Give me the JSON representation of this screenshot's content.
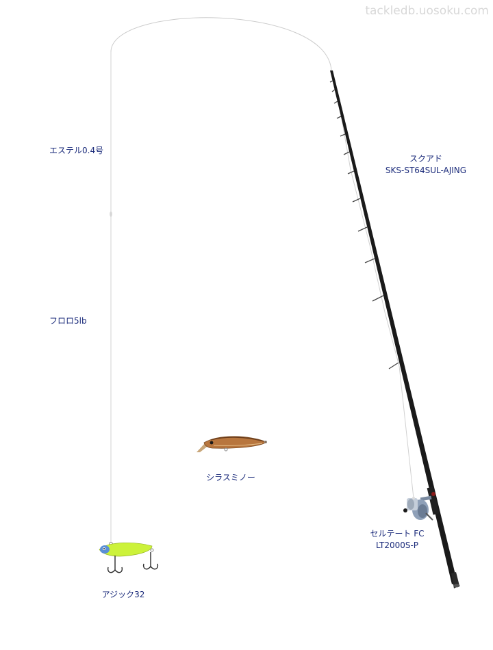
{
  "watermark": "tackledb.uosoku.com",
  "labels": {
    "main_line": "エステル0.4号",
    "leader": "フロロ5lb",
    "rod": {
      "maker": "スクアド",
      "model": "SKS-ST64SUL-AJING"
    },
    "lure_minnow": "シラスミノー",
    "reel": {
      "name": "セルテート FC",
      "model": "LT2000S-P"
    },
    "lure_vib": "アジック32"
  },
  "colors": {
    "label_text": "#1a2a7a",
    "line": "#cccccc",
    "rod_blank": "#1a1a1a",
    "minnow_body": "#b8763e",
    "vib_body": "#ccf23a",
    "vib_head": "#5a8fd6",
    "reel_body": "#8fa0b8"
  }
}
